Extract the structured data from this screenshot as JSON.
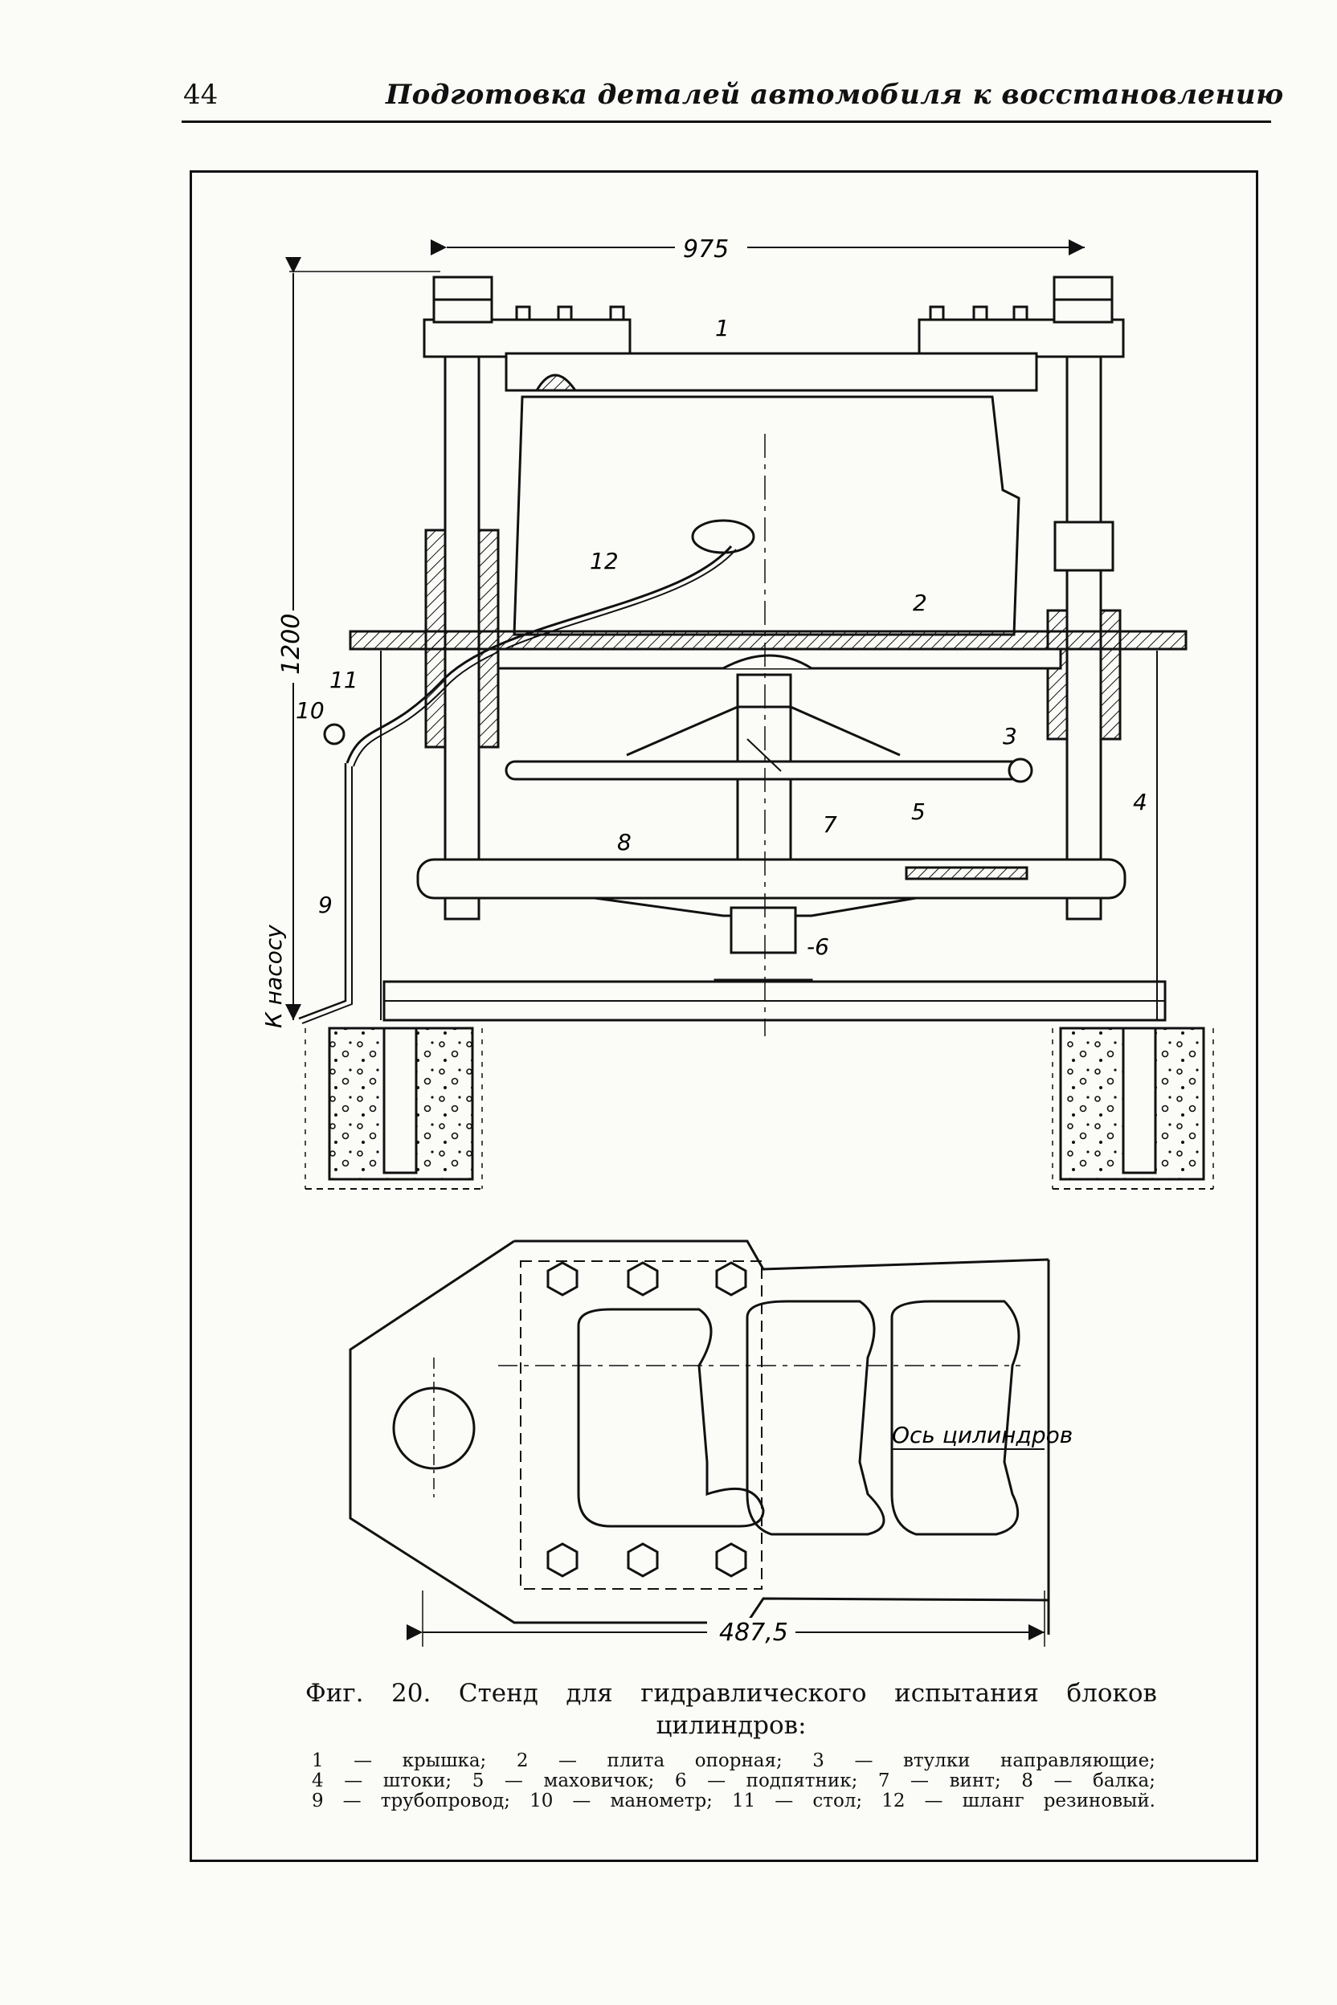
{
  "header": {
    "page_number": "44",
    "running_title": "Подготовка деталей автомобиля к восстановлению"
  },
  "figure": {
    "caption": "Фиг. 20. Стенд для гидравлического испытания блоков цилиндров:",
    "caption_line1": "Фиг. 20. Стенд для гидравлического испытания блоков",
    "caption_line2": "цилиндров:",
    "legend_lines": [
      "1 — крышка; 2 — плита опорная; 3 — втулки направляющие;",
      "4 — штоки; 5 — маховичок; 6 — подпятник; 7 — винт; 8 — балка;",
      "9 — трубопровод; 10 — манометр; 11 — стол; 12 — шланг резиновый."
    ],
    "dimensions": {
      "width_top": "975",
      "height_left": "1200",
      "width_plan": "487,5"
    },
    "annotations": {
      "pump": "К насосу",
      "cyl_axis": "Ось цилиндров"
    },
    "part_labels": [
      "1",
      "2",
      "3",
      "4",
      "5",
      "7",
      "8",
      "-6",
      "9",
      "10",
      "11",
      "12"
    ]
  }
}
